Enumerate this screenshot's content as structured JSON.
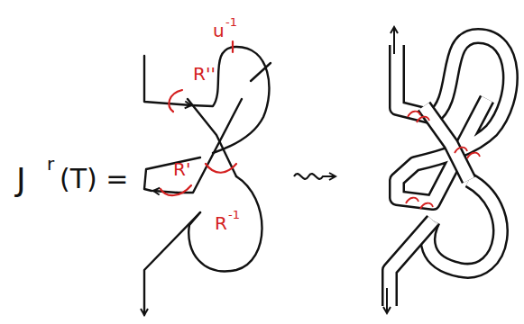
{
  "diagram": {
    "labels": [
      "J",
      "r",
      "(T) =",
      "R''",
      "R'",
      "R",
      "-1",
      "u",
      "-1"
    ]
  }
}
